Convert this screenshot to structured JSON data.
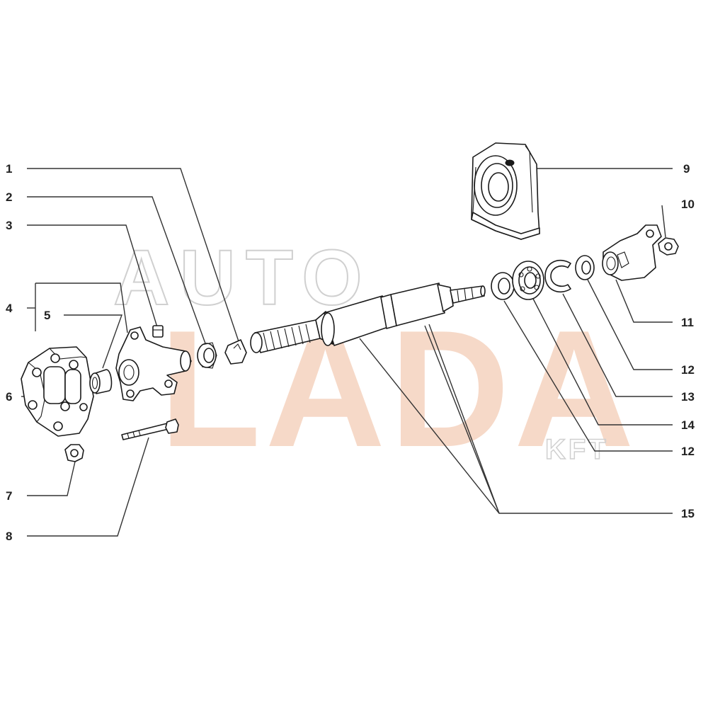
{
  "watermark": {
    "brand": "LADA",
    "outline_word": "AUTO",
    "suffix": "KFT",
    "brand_color": "#f6d9c8",
    "outline_color": "#d0d0d0"
  },
  "callouts": [
    "1",
    "2",
    "3",
    "4",
    "5",
    "6",
    "7",
    "8",
    "9",
    "10",
    "11",
    "12",
    "13",
    "14",
    "12",
    "15"
  ],
  "colors": {
    "line": "#333333",
    "text": "#222222",
    "background": "#ffffff"
  }
}
